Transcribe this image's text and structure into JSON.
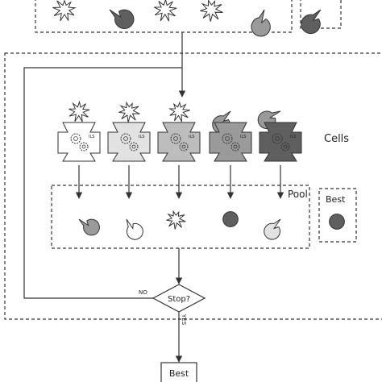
{
  "labels": {
    "cells": "Cells",
    "pool": "Pool",
    "best_box": "Best",
    "stop": "Stop?",
    "no": "NO",
    "yes": "YES",
    "best_output": "Best",
    "ils": "ILS"
  },
  "colors": {
    "stroke": "#333333",
    "white": "#ffffff",
    "light": "#e2e2e2",
    "mid": "#bdbdbd",
    "grey": "#9a9a9a",
    "dark": "#5f5f5f"
  },
  "top_row": {
    "shapes": [
      {
        "icon": "spiky-star-icon",
        "fill": "#ffffff"
      },
      {
        "icon": "pacman-circle-icon",
        "fill": "#5f5f5f"
      },
      {
        "icon": "spiky-star-icon",
        "fill": "#ffffff"
      },
      {
        "icon": "spiky-star-icon",
        "fill": "#ffffff"
      },
      {
        "icon": "pacman-circle-icon",
        "fill": "#9a9a9a"
      }
    ],
    "best": {
      "icon": "pacman-circle-icon",
      "fill": "#5f5f5f"
    }
  },
  "cells": [
    {
      "body_fill": "#ffffff",
      "top_icon": "spiky-star-icon",
      "top_fill": "#ffffff"
    },
    {
      "body_fill": "#e2e2e2",
      "top_icon": "spiky-star-icon",
      "top_fill": "#ffffff"
    },
    {
      "body_fill": "#bdbdbd",
      "top_icon": "spiky-star-icon",
      "top_fill": "#ffffff"
    },
    {
      "body_fill": "#9a9a9a",
      "top_icon": "pacman-circle-icon",
      "top_fill": "#9a9a9a"
    },
    {
      "body_fill": "#5f5f5f",
      "top_icon": "pacman-circle-icon",
      "top_fill": "#9a9a9a"
    }
  ],
  "pool": [
    {
      "icon": "pacman-circle-icon",
      "fill": "#9a9a9a"
    },
    {
      "icon": "pacman-circle-icon",
      "fill": "#ffffff"
    },
    {
      "icon": "spiky-star-icon",
      "fill": "#ffffff"
    },
    {
      "icon": "circle-icon",
      "fill": "#5f5f5f"
    },
    {
      "icon": "pacman-circle-icon",
      "fill": "#e2e2e2"
    }
  ],
  "pool_best": {
    "icon": "circle-icon",
    "fill": "#5f5f5f"
  }
}
